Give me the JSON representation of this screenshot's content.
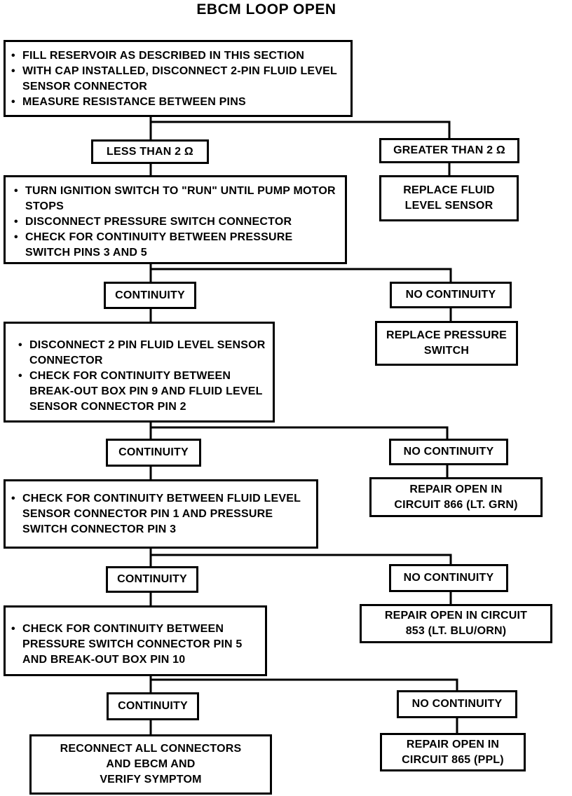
{
  "title": "EBCM LOOP OPEN",
  "steps": [
    {
      "lines": [
        "FILL RESERVOIR AS DESCRIBED IN THIS SECTION",
        "WITH CAP INSTALLED, DISCONNECT 2-PIN FLUID LEVEL SENSOR CONNECTOR",
        "MEASURE RESISTANCE BETWEEN PINS"
      ]
    },
    {
      "lines": [
        "TURN IGNITION SWITCH TO \"RUN\" UNTIL PUMP MOTOR STOPS",
        "DISCONNECT PRESSURE SWITCH CONNECTOR",
        "CHECK FOR CONTINUITY BETWEEN PRESSURE SWITCH PINS 3 AND 5"
      ]
    },
    {
      "lines": [
        "DISCONNECT 2 PIN FLUID LEVEL SENSOR CONNECTOR",
        "CHECK FOR CONTINUITY BETWEEN BREAK-OUT BOX PIN 9 AND FLUID LEVEL SENSOR CONNECTOR PIN 2"
      ]
    },
    {
      "lines": [
        "CHECK FOR CONTINUITY BETWEEN FLUID LEVEL SENSOR CONNECTOR PIN 1 AND PRESSURE SWITCH CONNECTOR PIN 3"
      ]
    },
    {
      "lines": [
        "CHECK FOR CONTINUITY BETWEEN PRESSURE SWITCH CONNECTOR PIN 5 AND BREAK-OUT BOX PIN 10"
      ]
    }
  ],
  "branches": [
    {
      "left_label": "LESS THAN 2 Ω",
      "right_label": "GREATER THAN 2 Ω",
      "right_result": [
        "REPLACE FLUID",
        "LEVEL SENSOR"
      ]
    },
    {
      "left_label": "CONTINUITY",
      "right_label": "NO CONTINUITY",
      "right_result": [
        "REPLACE PRESSURE",
        "SWITCH"
      ]
    },
    {
      "left_label": "CONTINUITY",
      "right_label": "NO CONTINUITY",
      "right_result": [
        "REPAIR OPEN IN",
        "CIRCUIT 866 (LT. GRN)"
      ]
    },
    {
      "left_label": "CONTINUITY",
      "right_label": "NO CONTINUITY",
      "right_result": [
        "REPAIR OPEN IN CIRCUIT",
        "853 (LT. BLU/ORN)"
      ]
    },
    {
      "left_label": "CONTINUITY",
      "right_label": "NO CONTINUITY",
      "right_result": [
        "REPAIR OPEN IN",
        "CIRCUIT 865 (PPL)"
      ]
    }
  ],
  "final_step": [
    "RECONNECT ALL CONNECTORS",
    "AND EBCM AND",
    "VERIFY SYMPTOM"
  ]
}
